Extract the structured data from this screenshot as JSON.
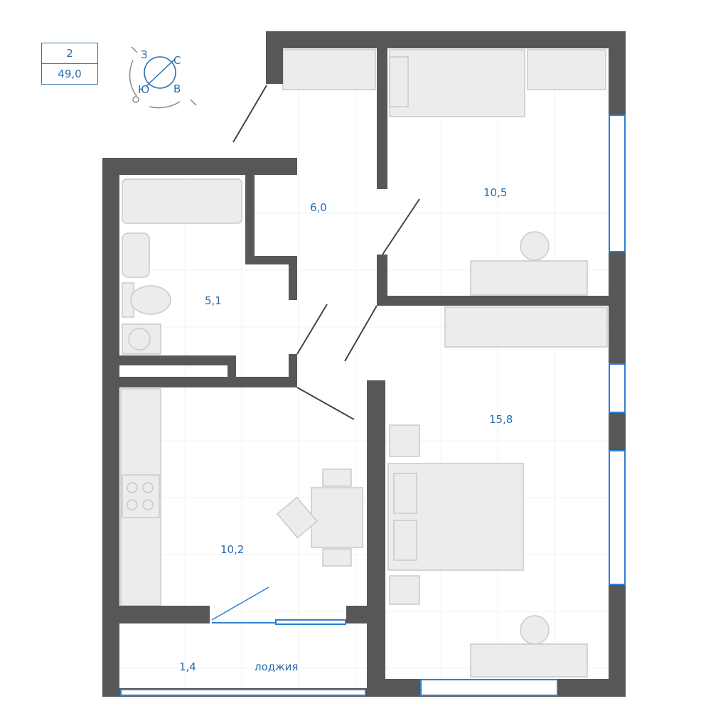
{
  "badge": {
    "rooms": "2",
    "total_area": "49,0"
  },
  "compass": {
    "north": "С",
    "west": "З",
    "south": "Ю",
    "east": "В"
  },
  "rooms": {
    "hall": "6,0",
    "bedroom_small": "10,5",
    "bathroom": "5,1",
    "bedroom_large": "15,8",
    "kitchen": "10,2",
    "loggia_area": "1,4",
    "loggia_label": "лоджия"
  },
  "colors": {
    "wall": "#555759",
    "accent": "#2a6db0",
    "window": "#2f7fd0"
  }
}
